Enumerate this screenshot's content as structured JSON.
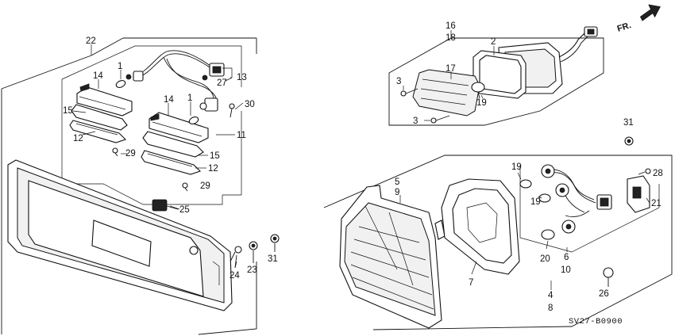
{
  "diagram": {
    "code": "SV27-B0900",
    "direction_label": "FR.",
    "labels": {
      "p1a": "1",
      "p1b": "1",
      "p2": "2",
      "p3a": "3",
      "p3b": "3",
      "p4": "4",
      "p5": "5",
      "p6": "6",
      "p7": "7",
      "p8": "8",
      "p9": "9",
      "p10": "10",
      "p11": "11",
      "p12a": "12",
      "p12b": "12",
      "p13": "13",
      "p14a": "14",
      "p14b": "14",
      "p15a": "15",
      "p15b": "15",
      "p16": "16",
      "p17": "17",
      "p18": "18",
      "p19a": "19",
      "p19b": "19",
      "p19c": "19",
      "p20": "20",
      "p21": "21",
      "p22": "22",
      "p23": "23",
      "p24": "24",
      "p25": "25",
      "p26": "26",
      "p27": "27",
      "p28": "28",
      "p29a": "29",
      "p29b": "29",
      "p30": "30",
      "p31a": "31",
      "p31b": "31"
    }
  }
}
